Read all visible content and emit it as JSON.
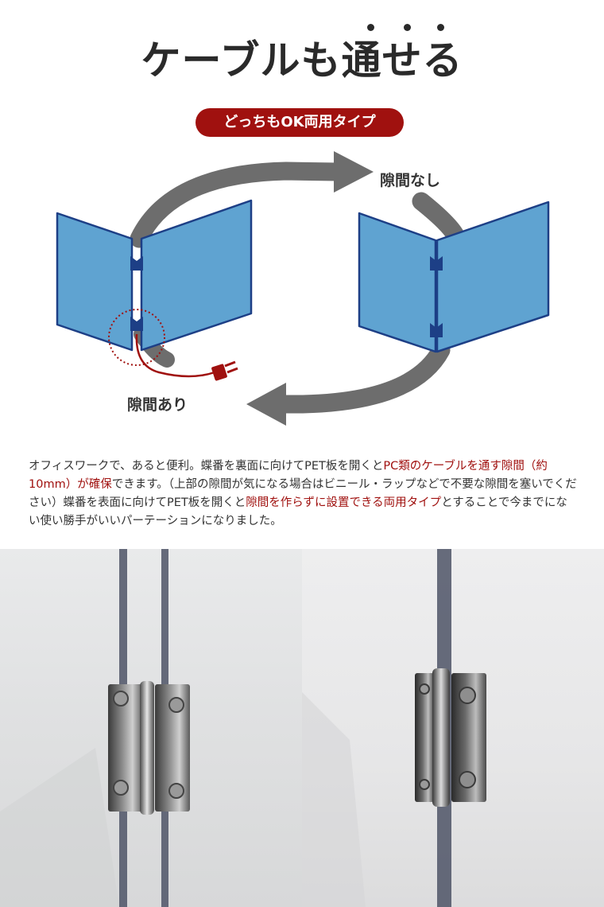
{
  "headline": "ケーブルも通せる",
  "badge": "どっちもOK両用タイプ",
  "labels": {
    "no_gap": "隙間なし",
    "with_gap": "隙間あり"
  },
  "description": {
    "p1": "オフィスワークで、あると便利。蝶番を裏面に向けてPET板を開くと",
    "p2": "PC類のケーブルを通す隙間（約10mm）が確保",
    "p3": "できます。（上部の隙間が気になる場合はビニール・ラップなどで不要な隙間を塞いでください）蝶番を表面に向けてPET板を開くと",
    "p4": "隙間を作らずに設置できる両用タイプ",
    "p5": "とすることで今までにない使い勝手がいいパーテーションになりました。"
  },
  "colors": {
    "accent_red": "#a0110f",
    "panel_blue": "#5fa3d1",
    "panel_border": "#1d3f86",
    "arrow_gray": "#6d6d6d",
    "text": "#2a2a2a"
  },
  "icons": {
    "plug": "plug-icon",
    "hinge": "hinge-icon",
    "cycle_arrow": "cycle-arrow-icon"
  }
}
